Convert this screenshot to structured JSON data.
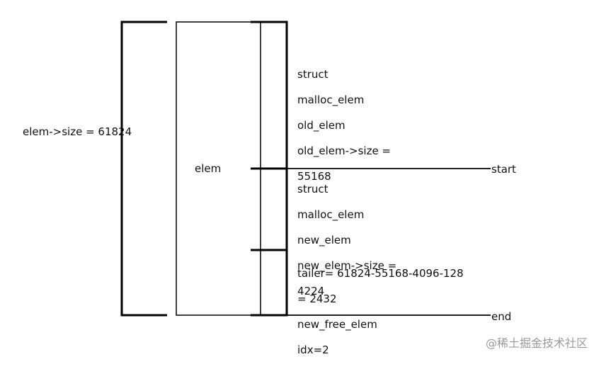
{
  "diagram": {
    "left_label": "elem->size = 61824",
    "center_label": "elem",
    "old_block": {
      "lines": [
        "struct",
        "malloc_elem",
        "old_elem",
        "old_elem->size =",
        "55168"
      ]
    },
    "new_block": {
      "lines": [
        "struct",
        "malloc_elem",
        "new_elem",
        "new_elem->size =",
        "4224"
      ]
    },
    "tailer_block": {
      "lines": [
        "tailer= 61824-55168-4096-128",
        "= 2432",
        "new_free_elem",
        "idx=2"
      ]
    },
    "start_label": "start",
    "end_label": "end"
  },
  "watermark": "@稀土掘金技术社区"
}
